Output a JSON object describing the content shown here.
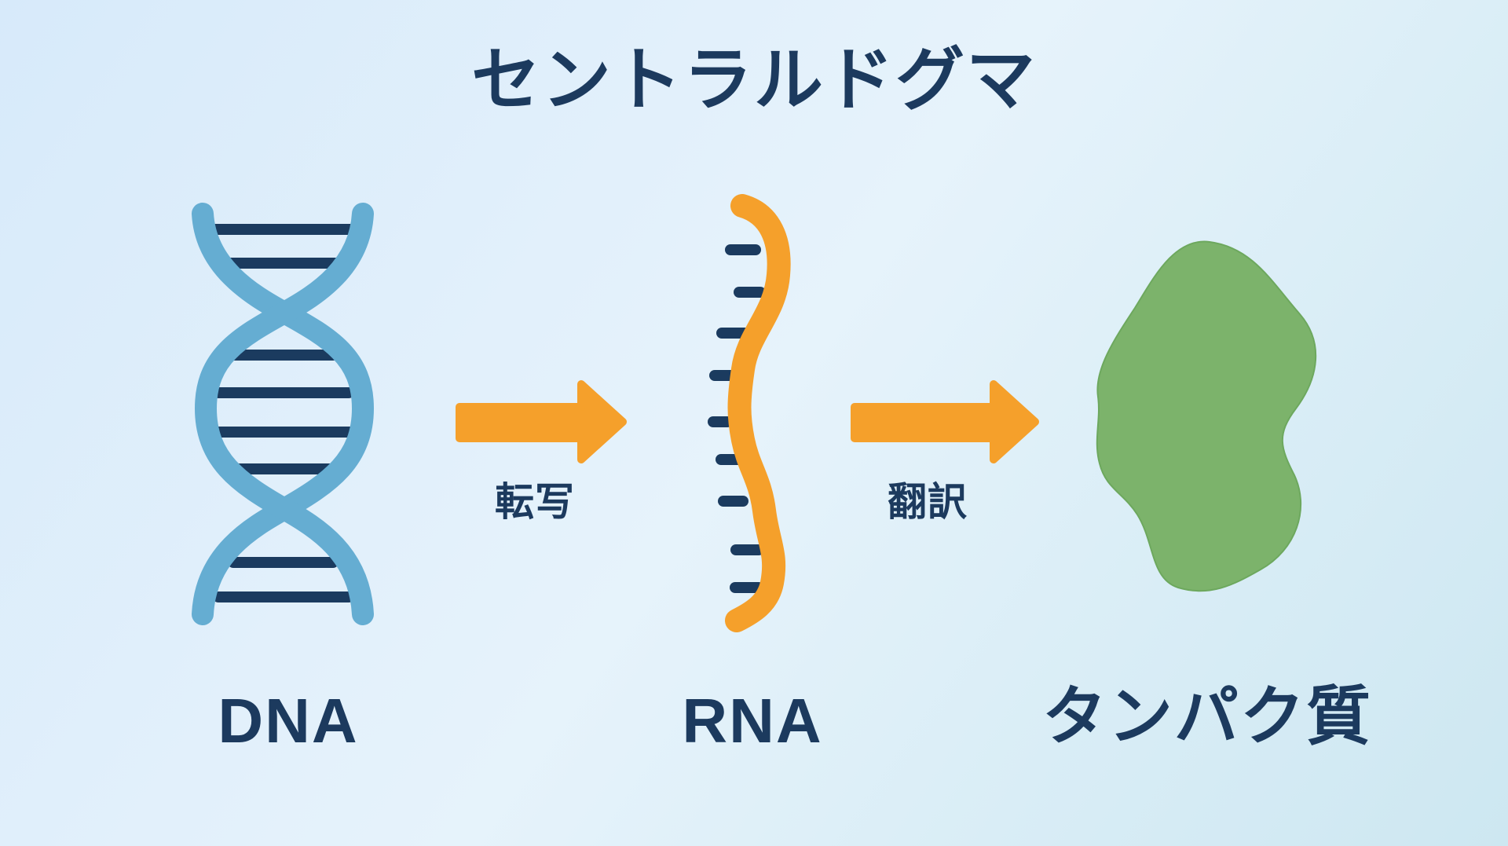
{
  "title": "セントラルドグマ",
  "nodes": [
    {
      "id": "dna",
      "label": "DNA",
      "icon": "dna-double-helix-icon"
    },
    {
      "id": "rna",
      "label": "RNA",
      "icon": "rna-single-strand-icon"
    },
    {
      "id": "protein",
      "label": "タンパク質",
      "icon": "protein-blob-icon"
    }
  ],
  "processes": [
    {
      "id": "transcription",
      "label": "転写",
      "icon": "arrow-right-icon"
    },
    {
      "id": "translation",
      "label": "翻訳",
      "icon": "arrow-right-icon"
    }
  ],
  "colors": {
    "text_navy": "#1c3a5e",
    "dna_strand_blue": "#65add2",
    "base_rung_navy": "#1b3b5f",
    "rna_orange": "#f5a02b",
    "arrow_orange": "#f5a02b",
    "protein_green": "#7cb36b",
    "protein_green_edge": "#6da85e",
    "background_center": "#e6f3fb",
    "background_edge": "#cde7f1"
  }
}
